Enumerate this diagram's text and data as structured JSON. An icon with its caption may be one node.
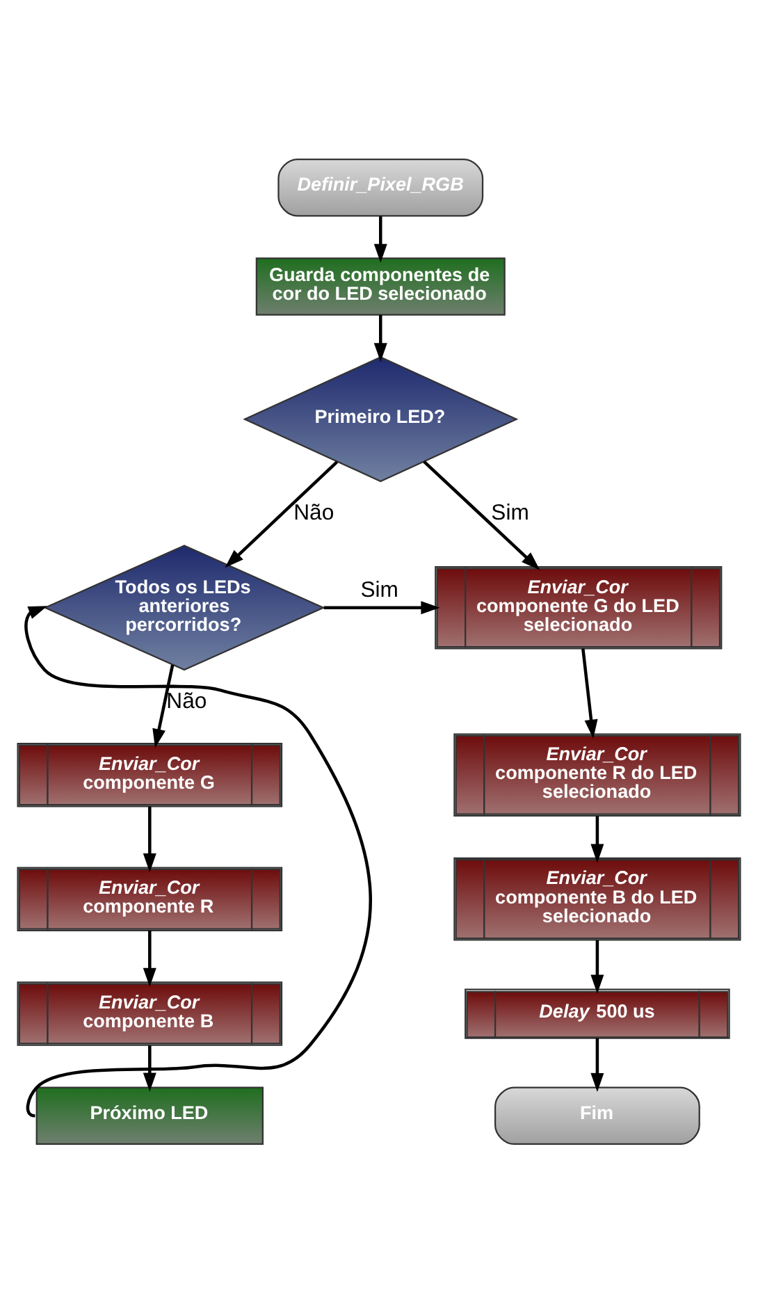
{
  "diagram": {
    "nodes": [
      {
        "text": [
          "*Definir_Pixel_RGB*"
        ]
      },
      {
        "text": [
          "Guarda componentes de cor do LED selecionado"
        ]
      },
      {
        "text": [
          "Primeiro LED?"
        ]
      },
      {
        "text": [
          "Todos os LEDs anteriores percorridos?"
        ]
      },
      {
        "text": [
          "*Enviar_Cor* componente G"
        ]
      },
      {
        "text": [
          "*Enviar_Cor* componente R"
        ]
      },
      {
        "text": [
          "*Enviar_Cor* componente B"
        ]
      },
      {
        "text": [
          "Próximo LED"
        ]
      },
      {
        "text": [
          "*Enviar_Cor* componente G do LED selecionado"
        ]
      },
      {
        "text": [
          "*Enviar_Cor* componente R do LED selecionado"
        ]
      },
      {
        "text": [
          "*Enviar_Cor* componente B do LED selecionado"
        ]
      },
      {
        "text": [
          "*Delay* 500 us"
        ]
      },
      {
        "text": [
          "Fim"
        ]
      }
    ],
    "edges": [
      {
        "from": 0,
        "to": 1,
        "arrow": "to"
      },
      {
        "from": 1,
        "to": 2,
        "arrow": "to"
      },
      {
        "from": 2,
        "to": 8,
        "arrow": "to",
        "label": "Sim"
      },
      {
        "from": 2,
        "to": 3,
        "arrow": "to",
        "label": "Não"
      },
      {
        "from": 3,
        "to": 8,
        "arrow": "to",
        "label": "Sim"
      },
      {
        "from": 3,
        "to": 4,
        "arrow": "to",
        "label": "Não"
      },
      {
        "from": 4,
        "to": 5,
        "arrow": "to"
      },
      {
        "from": 5,
        "to": 6,
        "arrow": "to"
      },
      {
        "from": 6,
        "to": 7,
        "arrow": "to"
      },
      {
        "from": 7,
        "to": 3,
        "arrow": "to"
      },
      {
        "from": 8,
        "to": 9,
        "arrow": "to"
      },
      {
        "from": 9,
        "to": 10,
        "arrow": "to"
      },
      {
        "from": 10,
        "to": 11,
        "arrow": "to"
      },
      {
        "from": 11,
        "to": 12,
        "arrow": "to"
      }
    ]
  }
}
